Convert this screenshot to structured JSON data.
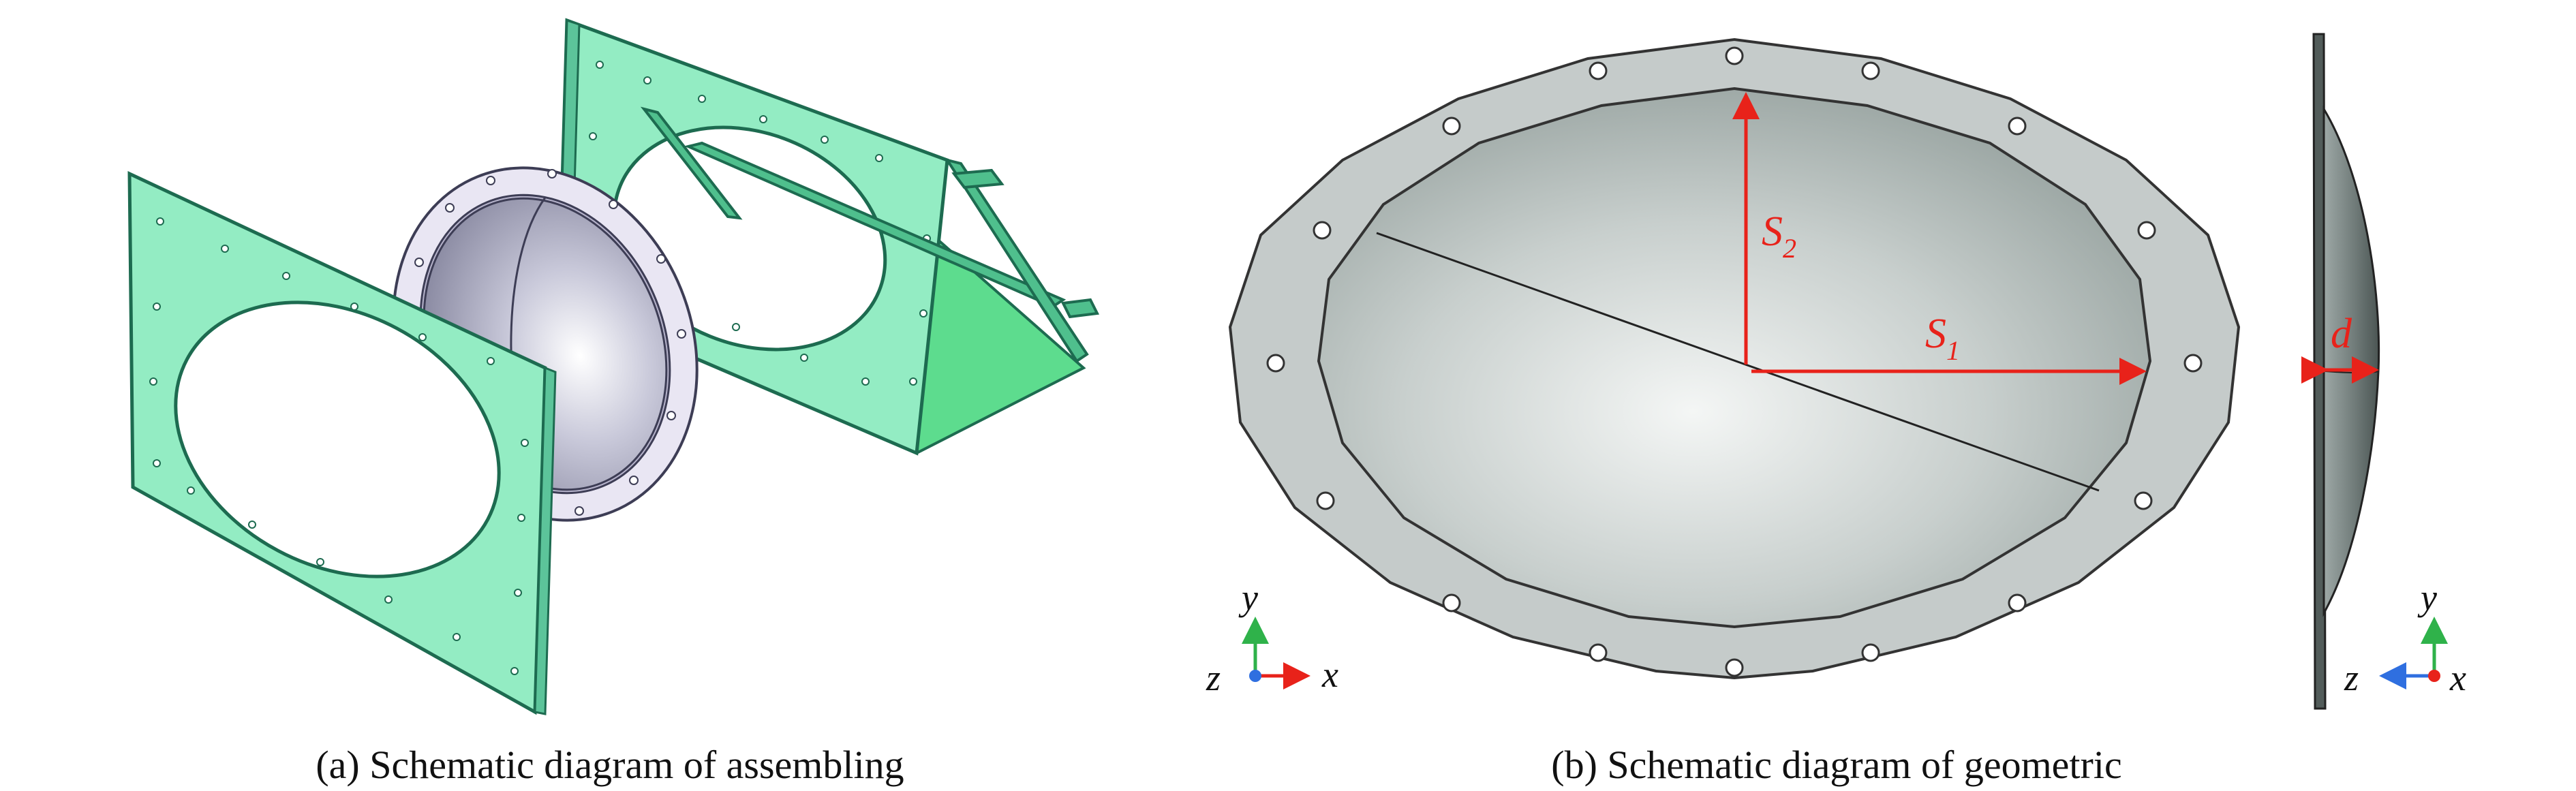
{
  "panel_a": {
    "caption": "(a) Schematic diagram of assembling"
  },
  "panel_b": {
    "caption": "(b) Schematic diagram of geometric",
    "labels": {
      "s2_letter": "S",
      "s2_sub": "2",
      "s1_letter": "S",
      "s1_sub": "1",
      "d": "d"
    },
    "front_axes": {
      "vertical": "y",
      "horizontal": "x",
      "out_of_plane": "z"
    },
    "side_axes": {
      "vertical": "y",
      "horizontal": "z",
      "out_of_plane": "x"
    }
  },
  "colors": {
    "frame_green": "#93ecc3",
    "frame_edge": "#1d6b50",
    "floor_green": "#5ddc8e",
    "flange_grey": "#c5cbca",
    "dimension_red": "#e8221a",
    "axis_green": "#2fb24a",
    "axis_red": "#e8221a",
    "axis_blue": "#2f6fe0"
  }
}
